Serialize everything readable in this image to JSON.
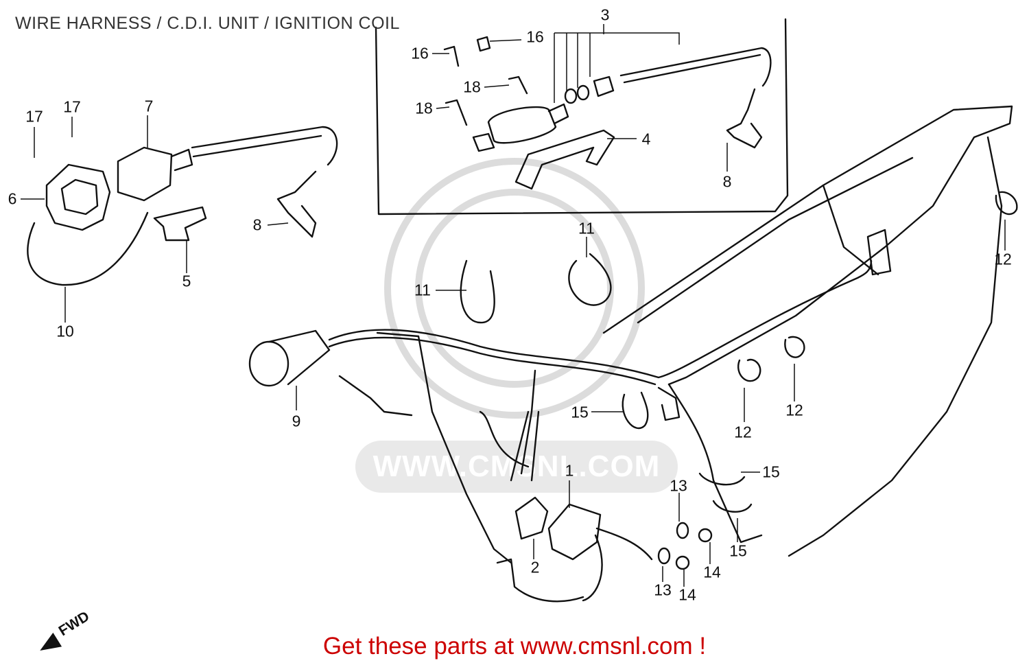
{
  "title": "WIRE HARNESS / C.D.I. UNIT / IGNITION COIL",
  "cta": "Get these parts at www.cmsnl.com !",
  "watermark": "WWW.CMSNL.COM",
  "fwd_label": "FWD",
  "callouts": [
    {
      "id": "c-3",
      "label": "3"
    },
    {
      "id": "c-16a",
      "label": "16"
    },
    {
      "id": "c-16b",
      "label": "16"
    },
    {
      "id": "c-18a",
      "label": "18"
    },
    {
      "id": "c-18b",
      "label": "18"
    },
    {
      "id": "c-4",
      "label": "4"
    },
    {
      "id": "c-8a",
      "label": "8"
    },
    {
      "id": "c-17a",
      "label": "17"
    },
    {
      "id": "c-17b",
      "label": "17"
    },
    {
      "id": "c-7",
      "label": "7"
    },
    {
      "id": "c-6",
      "label": "6"
    },
    {
      "id": "c-8b",
      "label": "8"
    },
    {
      "id": "c-5",
      "label": "5"
    },
    {
      "id": "c-10",
      "label": "10"
    },
    {
      "id": "c-11a",
      "label": "11"
    },
    {
      "id": "c-11b",
      "label": "11"
    },
    {
      "id": "c-12a",
      "label": "12"
    },
    {
      "id": "c-12b",
      "label": "12"
    },
    {
      "id": "c-12c",
      "label": "12"
    },
    {
      "id": "c-9",
      "label": "9"
    },
    {
      "id": "c-15a",
      "label": "15"
    },
    {
      "id": "c-15b",
      "label": "15"
    },
    {
      "id": "c-15c",
      "label": "15"
    },
    {
      "id": "c-1",
      "label": "1"
    },
    {
      "id": "c-2",
      "label": "2"
    },
    {
      "id": "c-13a",
      "label": "13"
    },
    {
      "id": "c-13b",
      "label": "13"
    },
    {
      "id": "c-14a",
      "label": "14"
    },
    {
      "id": "c-14b",
      "label": "14"
    }
  ]
}
